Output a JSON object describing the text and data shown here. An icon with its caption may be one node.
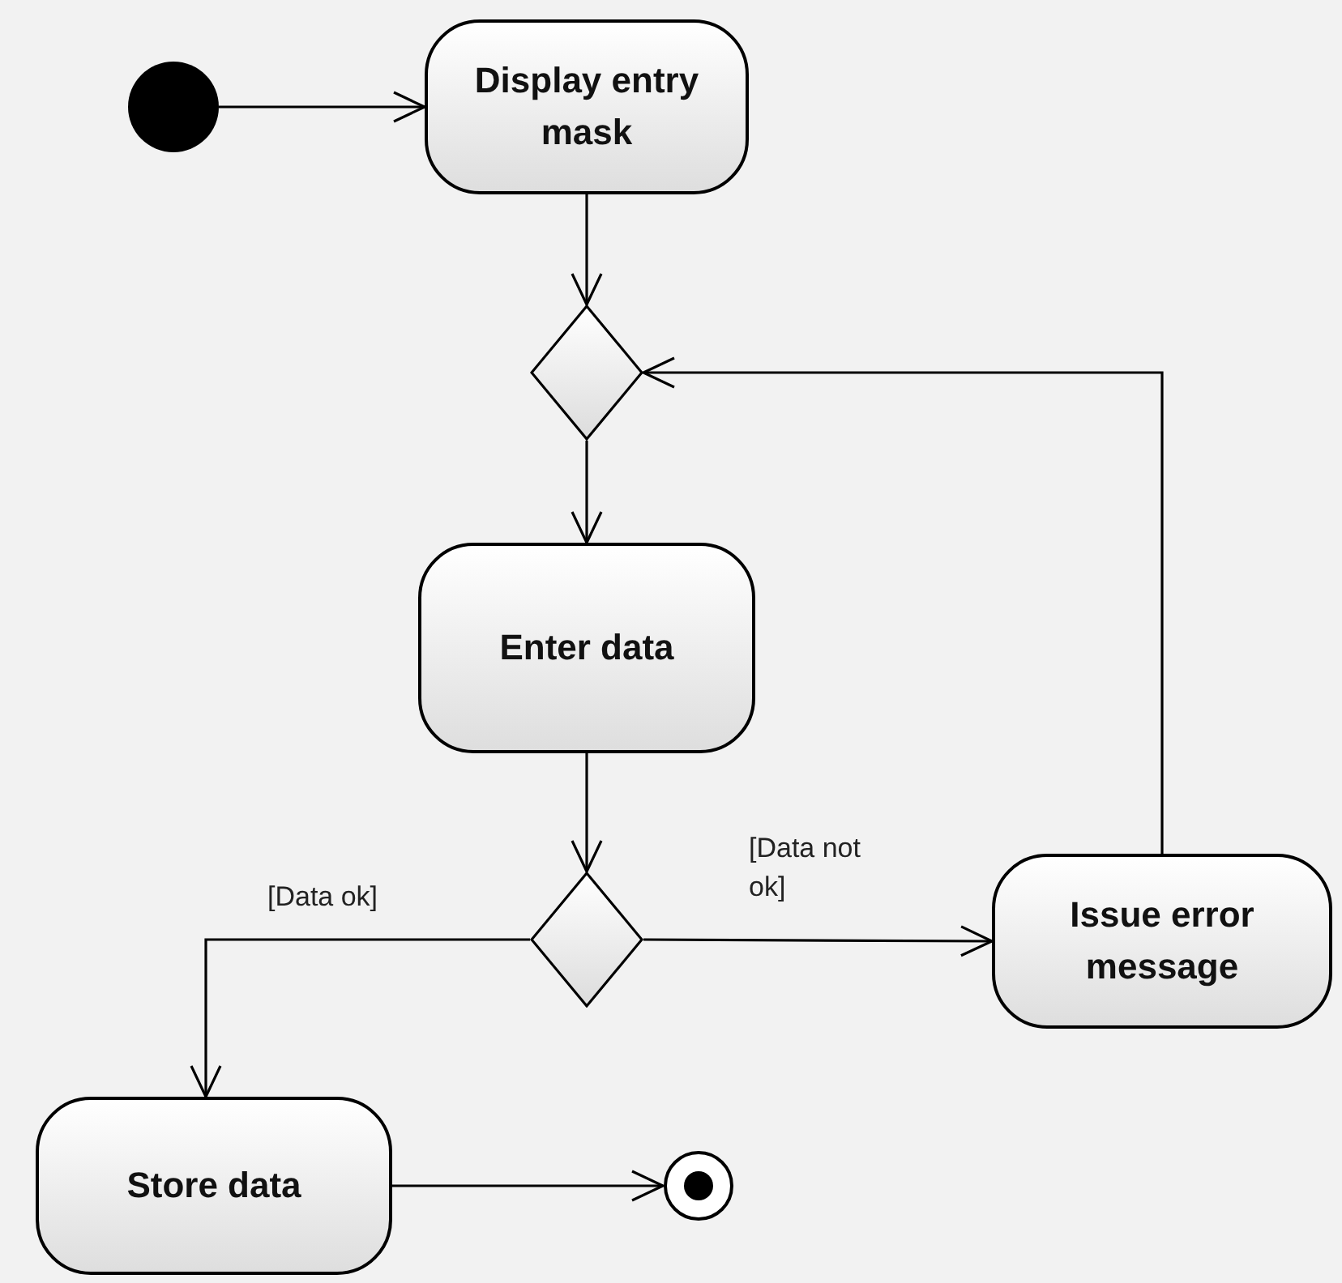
{
  "diagram": {
    "nodes": [
      {
        "text": [],
        "shape": "circle"
      },
      {
        "text": [
          "Display entry mask"
        ]
      },
      {
        "text": [],
        "shape": "diamond"
      },
      {
        "text": [
          "Enter data"
        ]
      },
      {
        "text": [],
        "shape": "diamond"
      },
      {
        "text": [
          "Issue error message"
        ]
      },
      {
        "text": [
          "Store data"
        ]
      },
      {
        "text": [],
        "shape": "circle"
      }
    ],
    "edges": [
      {
        "from": 0,
        "to": 1,
        "arrow": "to"
      },
      {
        "from": 1,
        "to": 2,
        "arrow": "to"
      },
      {
        "from": 2,
        "to": 3,
        "arrow": "to"
      },
      {
        "from": 3,
        "to": 4,
        "arrow": "to"
      },
      {
        "from": 4,
        "to": 6,
        "arrow": "to",
        "label": "[Data ok]"
      },
      {
        "from": 4,
        "to": 5,
        "arrow": "to",
        "label": "[Data not ok]"
      },
      {
        "from": 5,
        "to": 2,
        "arrow": "to"
      },
      {
        "from": 6,
        "to": 7,
        "arrow": "to"
      }
    ]
  }
}
